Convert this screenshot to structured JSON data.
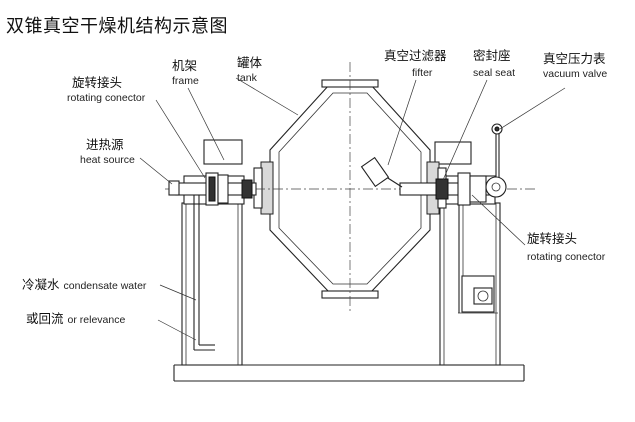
{
  "title": "双锥真空干燥机结构示意图",
  "labels": {
    "rotating_connector_left": {
      "zh": "旋转接头",
      "en": "rotating conector"
    },
    "frame": {
      "zh": "机架",
      "en": "frame"
    },
    "tank": {
      "zh": "罐体",
      "en": "tank"
    },
    "filter": {
      "zh": "真空过滤器",
      "en": "fifter"
    },
    "seal_seat": {
      "zh": "密封座",
      "en": "seal seat"
    },
    "vacuum_gauge": {
      "zh": "真空压力表",
      "en": "vacuum valve"
    },
    "heat_source": {
      "zh": "进热源",
      "en": "heat source"
    },
    "rotating_connector_right": {
      "zh": "旋转接头",
      "en": "rotating conector"
    },
    "condensate": {
      "zh": "冷凝水",
      "en": "condensate water"
    },
    "return": {
      "zh": "或回流",
      "en": "or relevance"
    }
  }
}
